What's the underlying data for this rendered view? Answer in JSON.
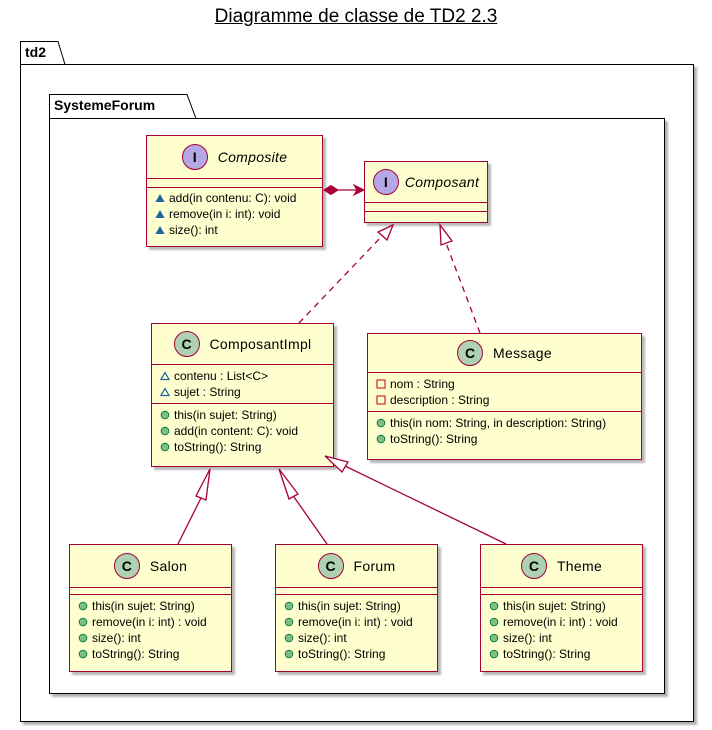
{
  "diagram": {
    "title": "Diagramme de classe de TD2 2.3",
    "packages": {
      "outer": "td2",
      "inner": "SystemeForum"
    },
    "colors": {
      "class_fill": "#FEFECE",
      "class_border": "#A80036",
      "class_badge": "#ADD1B2",
      "interface_badge": "#B4A7E5"
    },
    "classes": {
      "composite": {
        "badge": "I",
        "name": "Composite",
        "methods": [
          "add(in contenu: C): void",
          "remove(in i: int): void",
          "size(): int"
        ]
      },
      "composant": {
        "badge": "I",
        "name": "Composant"
      },
      "composantimpl": {
        "badge": "C",
        "name": "ComposantImpl",
        "fields": [
          "contenu : List<C>",
          "sujet : String"
        ],
        "methods": [
          "this(in sujet: String)",
          "add(in content: C): void",
          "toString(): String"
        ]
      },
      "message": {
        "badge": "C",
        "name": "Message",
        "fields": [
          "nom : String",
          "description : String"
        ],
        "methods": [
          "this(in nom: String, in description: String)",
          "toString(): String"
        ]
      },
      "salon": {
        "badge": "C",
        "name": "Salon",
        "methods": [
          "this(in sujet: String)",
          "remove(in i: int) : void",
          "size(): int",
          "toString(): String"
        ]
      },
      "forum": {
        "badge": "C",
        "name": "Forum",
        "methods": [
          "this(in sujet: String)",
          "remove(in i: int) : void",
          "size(): int",
          "toString(): String"
        ]
      },
      "theme": {
        "badge": "C",
        "name": "Theme",
        "methods": [
          "this(in sujet: String)",
          "remove(in i: int) : void",
          "size(): int",
          "toString(): String"
        ]
      }
    },
    "relations": [
      {
        "type": "composition",
        "from": "Composite",
        "to": "Composant"
      },
      {
        "type": "realization",
        "from": "ComposantImpl",
        "to": "Composant"
      },
      {
        "type": "realization",
        "from": "Message",
        "to": "Composant"
      },
      {
        "type": "inheritance",
        "from": "Salon",
        "to": "ComposantImpl"
      },
      {
        "type": "inheritance",
        "from": "Forum",
        "to": "ComposantImpl"
      },
      {
        "type": "inheritance",
        "from": "Theme",
        "to": "ComposantImpl"
      }
    ]
  }
}
